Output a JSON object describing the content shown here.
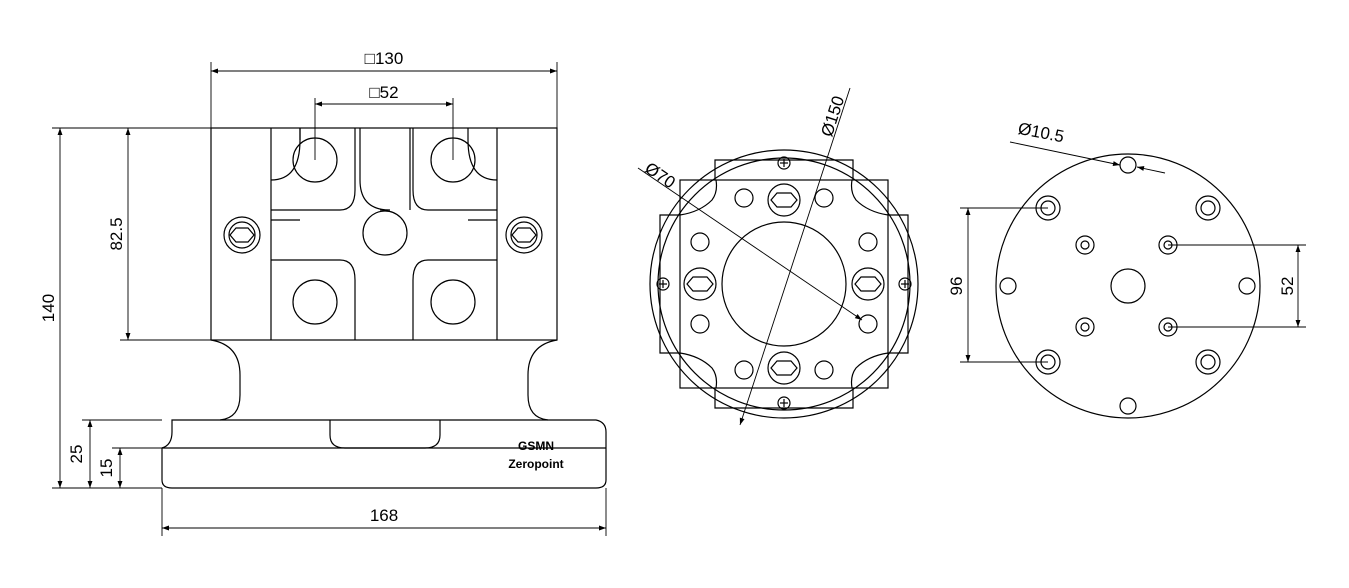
{
  "dimensions": {
    "width_top": "□130",
    "width_inner": "□52",
    "height_total": "140",
    "height_upper": "82.5",
    "height_base": "25",
    "height_flange": "15",
    "width_base": "168",
    "dia_bore": "Ø70",
    "dia_outer": "Ø150",
    "dia_hole": "Ø10.5",
    "pitch_outer": "96",
    "pitch_inner": "52"
  },
  "brand": {
    "line1": "GSMN",
    "line2": "Zeropoint"
  }
}
